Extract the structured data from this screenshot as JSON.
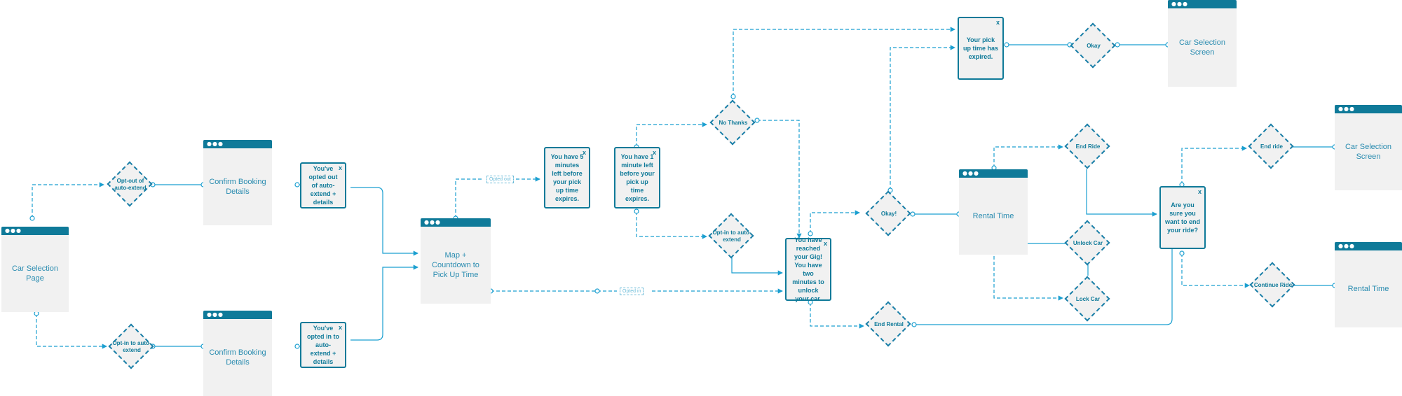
{
  "screens": {
    "car_selection_page": "Car Selection Page",
    "confirm_booking_top": "Confirm Booking Details",
    "confirm_booking_bottom": "Confirm Booking Details",
    "map_countdown": "Map + Countdown to Pick Up Time",
    "car_selection_screen_top": "Car Selection Screen",
    "rental_time_center": "Rental Time",
    "car_selection_screen_right": "Car Selection Screen",
    "rental_time_right": "Rental Time"
  },
  "modals": {
    "opted_out": "You've opted out of auto-extend + details",
    "opted_in": "You've opted in to auto-extend + details",
    "five_min": "You have 5 minutes left before your pick up time expires.",
    "one_min": "You have 1 minute left before your pick up time expires.",
    "pickup_expired": "Your pick up time has expired.",
    "reached_gig": "You have reached your Gig! You have two minutes to unlock your car.",
    "end_ride_confirm": "Are you sure you want to end your ride?",
    "close_glyph": "x"
  },
  "decisions": {
    "opt_out": "Opt-out of auto-extend",
    "opt_in_left": "Opt-in to auto-extend",
    "no_thanks": "No Thanks",
    "opt_in_mid": "Opt-in to auto-extend",
    "okay_mid": "Okay!",
    "okay_top": "Okay",
    "end_ride": "End Ride",
    "unlock_car": "Unlock Car",
    "lock_car": "Lock Car",
    "end_rental": "End Rental",
    "end_ride_right": "End ride",
    "continue_ride": "Continue Ride"
  },
  "tags": {
    "opted_out": "Opted out",
    "opted_in": "Opted in"
  },
  "window_dots": "●●●",
  "colors": {
    "primary": "#0f7a99",
    "line": "#1a9fd0",
    "screen_bg": "#f1f1f1"
  }
}
